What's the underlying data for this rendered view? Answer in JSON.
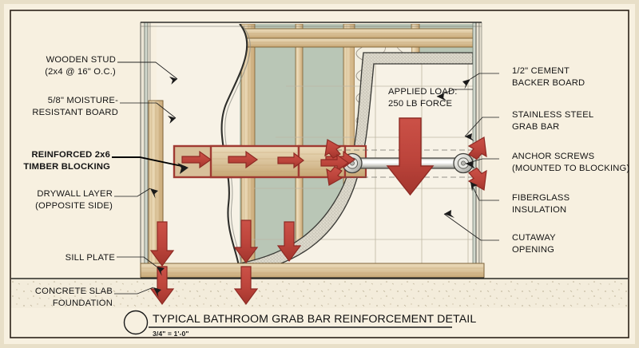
{
  "sheet": {
    "background_color": "#f7f0e0",
    "paper_edge_color": "#e4dbc3",
    "border_color": "#2b2218"
  },
  "palette": {
    "wood": "#e3cfa8",
    "wood_dark": "#b99a63",
    "wall_cavity": "#b9c6b6",
    "blocking_fill": "#d8c09a",
    "blocking_outline": "#a03a32",
    "arrow_red": "#c0453c",
    "arrow_red_dark": "#8e2a24",
    "metal_light": "#f2f2ee",
    "metal_mid": "#c9c9c4",
    "tile_line": "#b9b3a2",
    "cement_board": "#d8d4c6",
    "ink": "#1a1a1a"
  },
  "labels_left": [
    {
      "id": "wooden-stud",
      "lines": [
        "WOODEN STUD",
        "(2x4 @ 16\" O.C.)"
      ],
      "bold": false
    },
    {
      "id": "moisture-board",
      "lines": [
        "5/8\" MOISTURE-",
        "RESISTANT BOARD"
      ],
      "bold": false
    },
    {
      "id": "timber-blocking",
      "lines": [
        "REINFORCED 2x6",
        "TIMBER BLOCKING"
      ],
      "bold": true
    },
    {
      "id": "drywall-layer",
      "lines": [
        "DRYWALL LAYER",
        "(OPPOSITE SIDE)"
      ],
      "bold": false
    },
    {
      "id": "sill-plate",
      "lines": [
        "SILL PLATE"
      ],
      "bold": false
    },
    {
      "id": "concrete-slab",
      "lines": [
        "CONCRETE SLAB",
        "FOUNDATION"
      ],
      "bold": false
    }
  ],
  "labels_right": [
    {
      "id": "cement-backer-board",
      "lines": [
        "1/2\" CEMENT",
        "BACKER BOARD"
      ]
    },
    {
      "id": "grab-bar",
      "lines": [
        "STAINLESS STEEL",
        "GRAB BAR"
      ]
    },
    {
      "id": "anchor-screws",
      "lines": [
        "ANCHOR SCREWS",
        "(MOUNTED TO BLOCKING)"
      ]
    },
    {
      "id": "fiberglass-insulation",
      "lines": [
        "FIBERGLASS",
        "INSULATION"
      ]
    },
    {
      "id": "cutaway-opening",
      "lines": [
        "CUTAWAY",
        "OPENING"
      ]
    }
  ],
  "applied_load": {
    "line1": "APPLIED LOAD:",
    "line2": "250 LB FORCE"
  },
  "title_block": {
    "detail_mark": "",
    "title": "TYPICAL BATHROOM GRAB BAR REINFORCEMENT DETAIL",
    "scale": "3/4\" = 1'-0\""
  }
}
